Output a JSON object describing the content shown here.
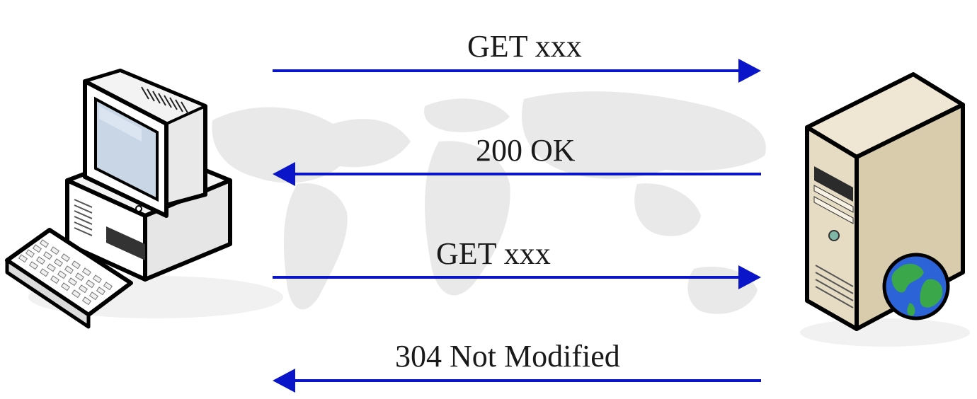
{
  "colors": {
    "arrow": "#0a14c8",
    "background": "#ffffff",
    "map": "#d8d8d8",
    "text": "#1a1a1a"
  },
  "icons": {
    "client": "desktop-computer-icon",
    "server": "web-server-icon"
  },
  "messages": [
    {
      "label": "GET xxx",
      "direction": "client-to-server"
    },
    {
      "label": "200 OK",
      "direction": "server-to-client"
    },
    {
      "label": "GET xxx",
      "direction": "client-to-server"
    },
    {
      "label": "304 Not Modified",
      "direction": "server-to-client"
    }
  ]
}
